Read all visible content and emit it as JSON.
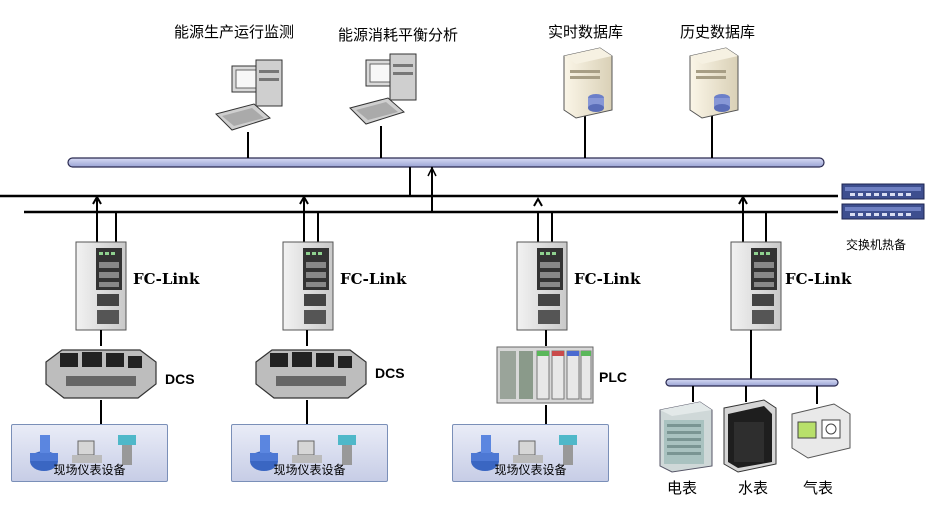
{
  "top_labels": {
    "monitoring": "能源生产运行监测",
    "balance": "能源消耗平衡分析",
    "realtime_db": "实时数据库",
    "history_db": "历史数据库"
  },
  "switch_label": "交换机热备",
  "gateways": [
    "FC-Link",
    "FC-Link",
    "FC-Link",
    "FC-Link"
  ],
  "controllers": [
    "DCS",
    "DCS",
    "PLC"
  ],
  "field_devices": [
    "现场仪表设备",
    "现场仪表设备",
    "现场仪表设备"
  ],
  "meters": [
    "电表",
    "水表",
    "气表"
  ]
}
